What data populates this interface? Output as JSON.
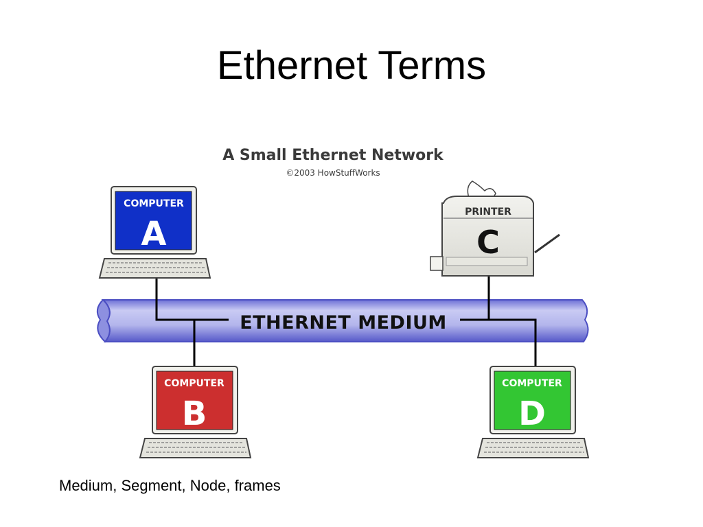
{
  "slide": {
    "title": "Ethernet Terms",
    "bullet": "Medium, Segment, Node, frames"
  },
  "diagram": {
    "title": "A Small Ethernet Network",
    "copyright": "©2003 HowStuffWorks",
    "medium_label": "ETHERNET MEDIUM",
    "nodes": {
      "a": {
        "type": "COMPUTER",
        "letter": "A",
        "color": "#1030c8"
      },
      "b": {
        "type": "COMPUTER",
        "letter": "B",
        "color": "#cc2f2f"
      },
      "c": {
        "type": "PRINTER",
        "letter": "C"
      },
      "d": {
        "type": "COMPUTER",
        "letter": "D",
        "color": "#33c633"
      }
    },
    "colors": {
      "medium_fill": "#b7b9ee",
      "medium_edge": "#5c5fd0",
      "wire": "#000000"
    }
  }
}
